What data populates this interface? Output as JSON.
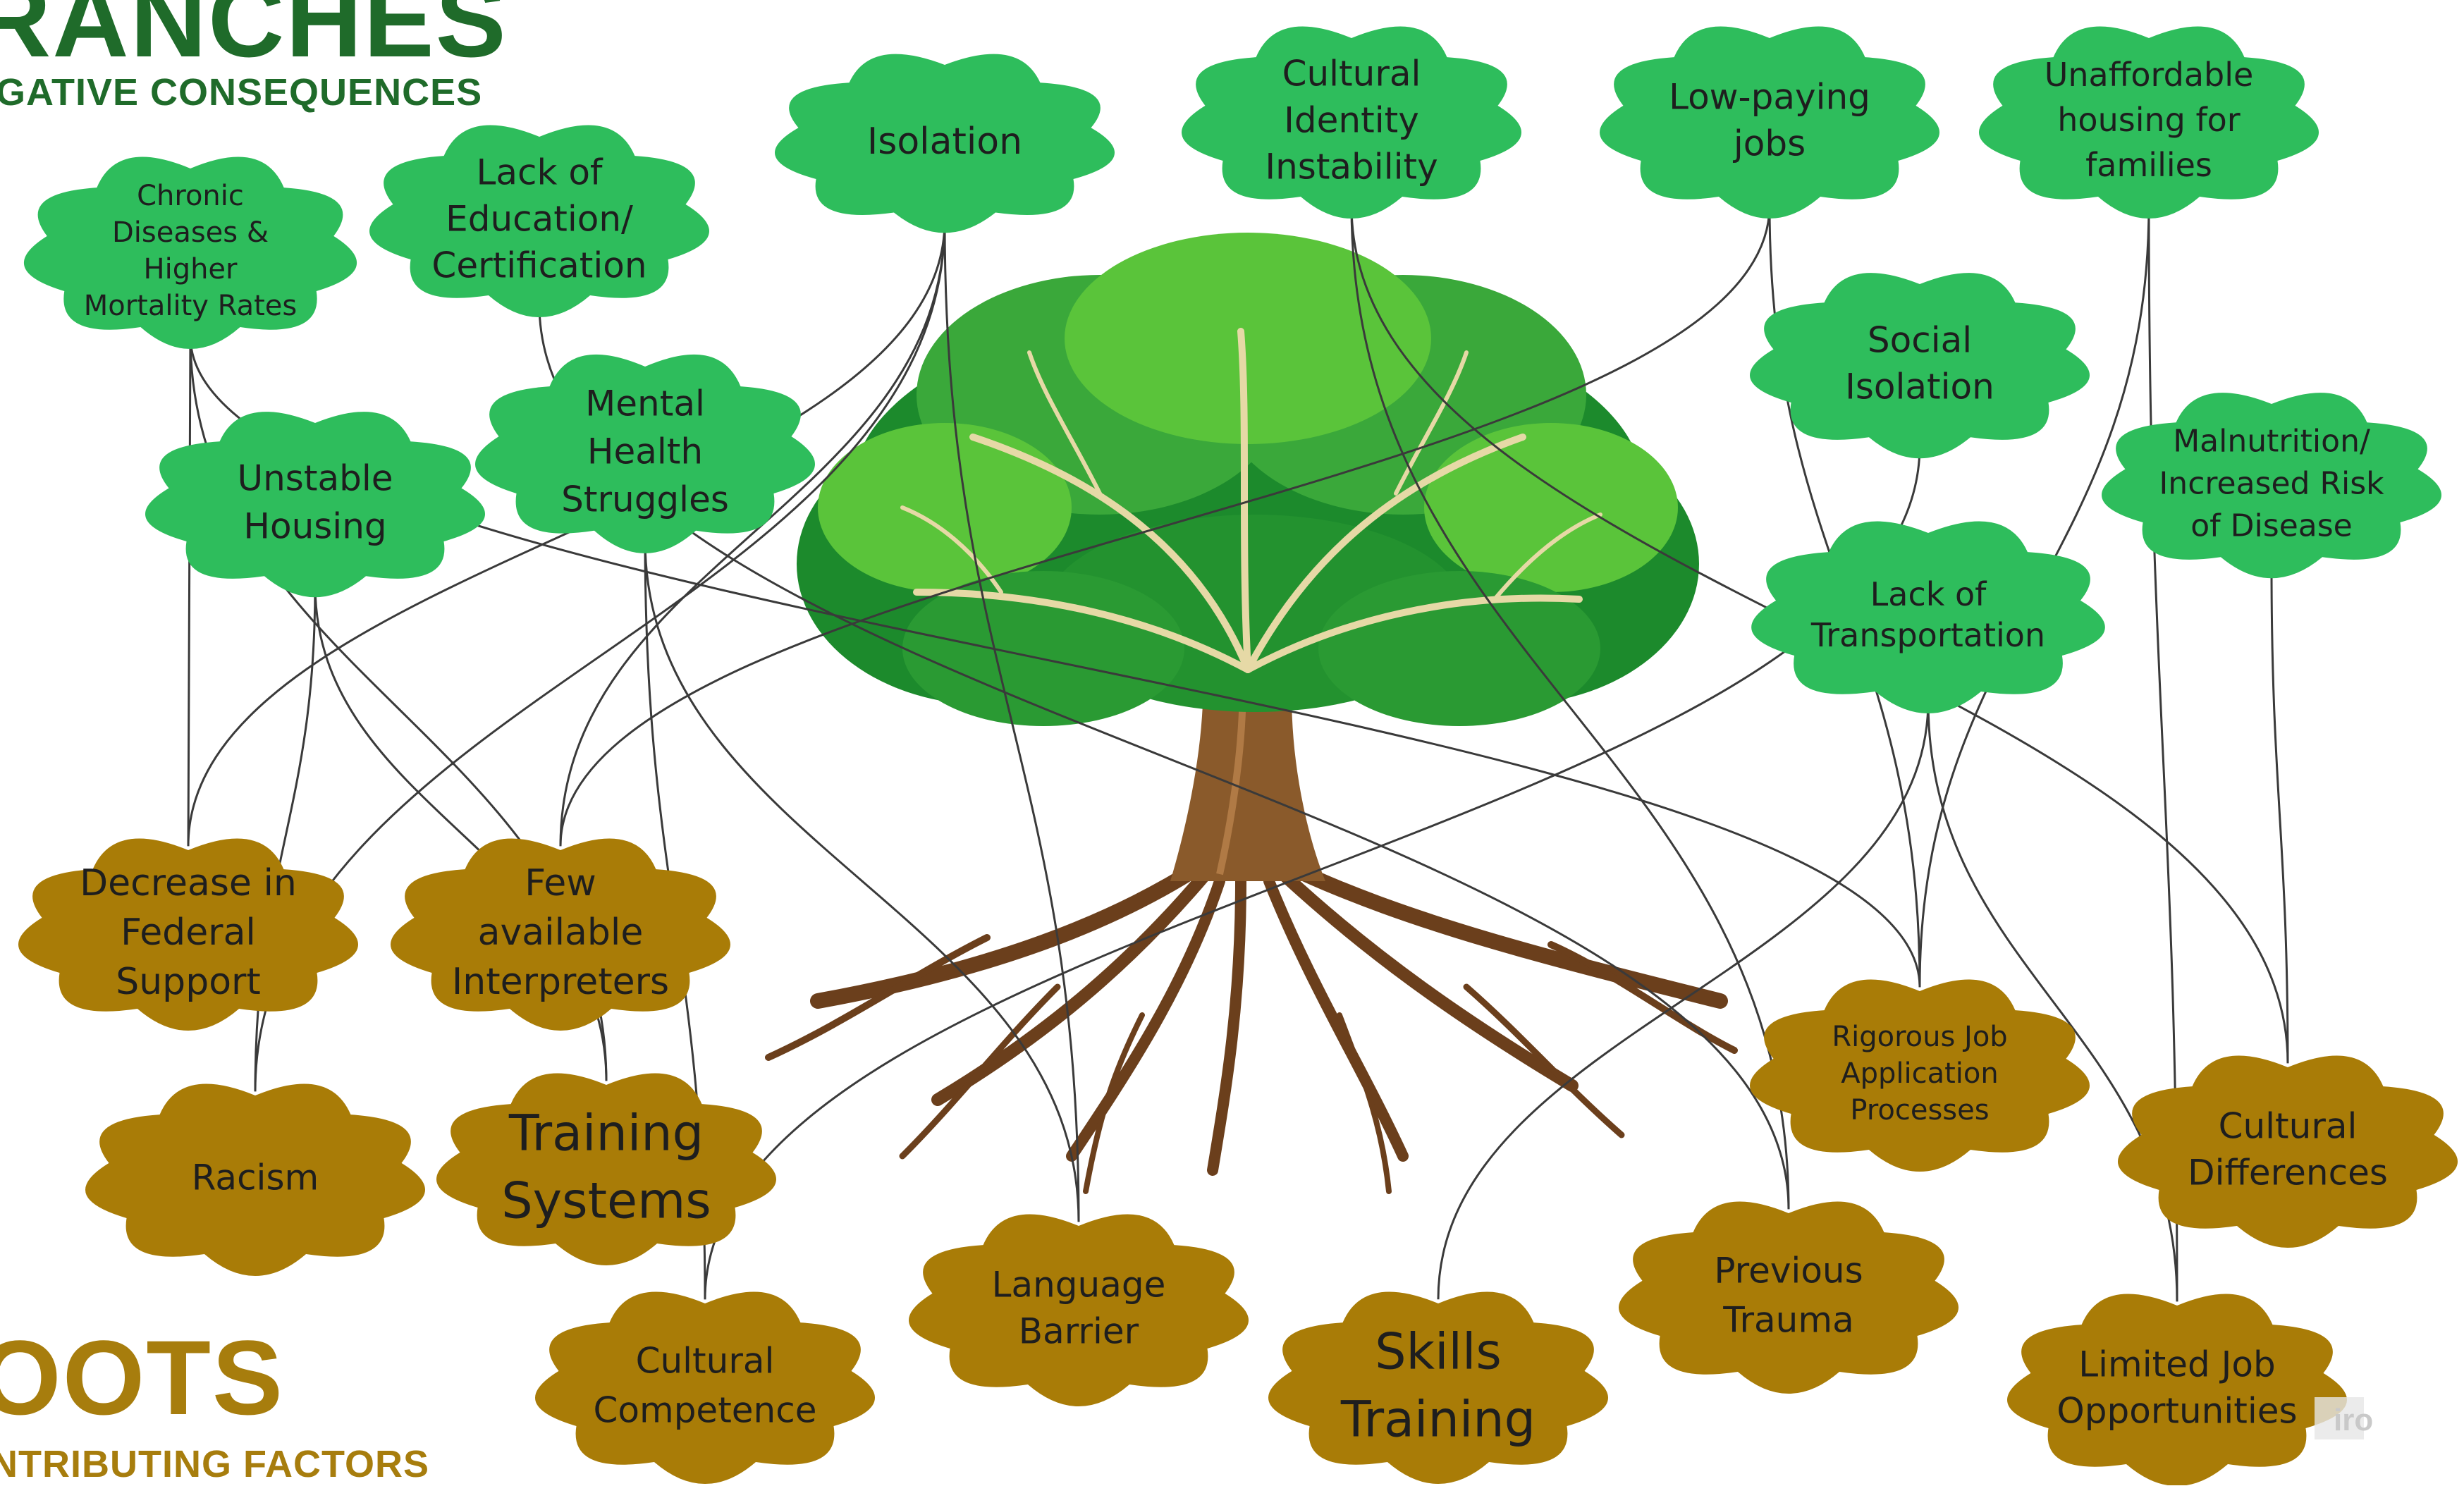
{
  "headings": {
    "branches_title": "RANCHES",
    "branches_subtitle": "GATIVE CONSEQUENCES",
    "roots_title": "OOTS",
    "roots_subtitle": "NTRIBUTING FACTORS"
  },
  "colors": {
    "branch_cloud": "#2ebd5c",
    "root_cloud": "#a97c07",
    "connector": "#3a3a3a",
    "trunk": "#8a5a2b",
    "canopy_dark": "#1c8a2c",
    "canopy_light": "#5ac43a",
    "branch_heading": "#1f6b2a",
    "root_heading": "#a77d0d"
  },
  "icon": "tree-illustration",
  "branches": [
    {
      "id": "chronic-diseases",
      "lines": [
        "Chronic",
        "Diseases &",
        "Higher",
        "Mortality Rates"
      ]
    },
    {
      "id": "lack-of-education",
      "lines": [
        "Lack of",
        "Education/",
        "Certification"
      ]
    },
    {
      "id": "isolation",
      "lines": [
        "Isolation"
      ]
    },
    {
      "id": "cultural-identity",
      "lines": [
        "Cultural",
        "Identity",
        "Instability"
      ]
    },
    {
      "id": "low-paying-jobs",
      "lines": [
        "Low-paying",
        "jobs"
      ]
    },
    {
      "id": "unaffordable-housing",
      "lines": [
        "Unaffordable",
        "housing for",
        "families"
      ]
    },
    {
      "id": "social-isolation",
      "lines": [
        "Social",
        "Isolation"
      ]
    },
    {
      "id": "malnutrition",
      "lines": [
        "Malnutrition/",
        "Increased Risk",
        "of Disease"
      ]
    },
    {
      "id": "lack-of-transportation",
      "lines": [
        "Lack of",
        "Transportation"
      ]
    },
    {
      "id": "unstable-housing",
      "lines": [
        "Unstable",
        "Housing"
      ]
    },
    {
      "id": "mental-health",
      "lines": [
        "Mental",
        "Health",
        "Struggles"
      ]
    }
  ],
  "roots": [
    {
      "id": "decrease-federal-support",
      "lines": [
        "Decrease in",
        "Federal",
        "Support"
      ]
    },
    {
      "id": "few-interpreters",
      "lines": [
        "Few",
        "available",
        "Interpreters"
      ]
    },
    {
      "id": "racism",
      "lines": [
        "Racism"
      ]
    },
    {
      "id": "training-systems",
      "lines": [
        "Training",
        "Systems"
      ]
    },
    {
      "id": "cultural-competence",
      "lines": [
        "Cultural",
        "Competence"
      ]
    },
    {
      "id": "language-barrier",
      "lines": [
        "Language",
        "Barrier"
      ]
    },
    {
      "id": "skills-training",
      "lines": [
        "Skills",
        "Training"
      ]
    },
    {
      "id": "previous-trauma",
      "lines": [
        "Previous",
        "Trauma"
      ]
    },
    {
      "id": "rigorous-job-application",
      "lines": [
        "Rigorous Job",
        "Application",
        "Processes"
      ]
    },
    {
      "id": "cultural-differences",
      "lines": [
        "Cultural",
        "Differences"
      ]
    },
    {
      "id": "limited-job-opportunities",
      "lines": [
        "Limited Job",
        "Opportunities"
      ]
    }
  ],
  "connections": [
    [
      "chronic-diseases",
      "decrease-federal-support"
    ],
    [
      "chronic-diseases",
      "training-systems"
    ],
    [
      "chronic-diseases",
      "rigorous-job-application"
    ],
    [
      "lack-of-education",
      "previous-trauma"
    ],
    [
      "isolation",
      "language-barrier"
    ],
    [
      "isolation",
      "decrease-federal-support"
    ],
    [
      "isolation",
      "few-interpreters"
    ],
    [
      "isolation",
      "racism"
    ],
    [
      "cultural-identity",
      "cultural-differences"
    ],
    [
      "cultural-identity",
      "previous-trauma"
    ],
    [
      "low-paying-jobs",
      "rigorous-job-application"
    ],
    [
      "low-paying-jobs",
      "few-interpreters"
    ],
    [
      "unaffordable-housing",
      "limited-job-opportunities"
    ],
    [
      "unaffordable-housing",
      "rigorous-job-application"
    ],
    [
      "social-isolation",
      "cultural-competence"
    ],
    [
      "malnutrition",
      "cultural-differences"
    ],
    [
      "lack-of-transportation",
      "skills-training"
    ],
    [
      "lack-of-transportation",
      "limited-job-opportunities"
    ],
    [
      "unstable-housing",
      "racism"
    ],
    [
      "unstable-housing",
      "training-systems"
    ],
    [
      "mental-health",
      "cultural-competence"
    ],
    [
      "mental-health",
      "language-barrier"
    ]
  ],
  "watermark": "iro"
}
